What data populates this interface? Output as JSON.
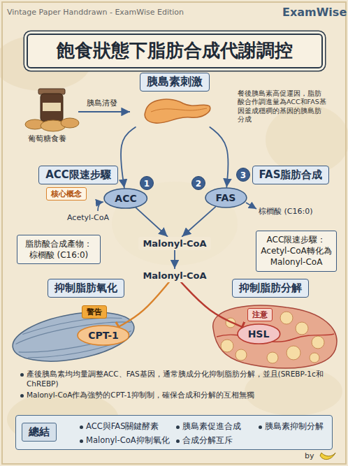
{
  "diagram": {
    "title": "飽食狀態下脂肪合成代謝調控",
    "nodes": [
      {
        "text": [
          "胰島素刺激"
        ]
      },
      {
        "text": [
          "ACC限速步驟"
        ]
      },
      {
        "text": [
          "核心概念"
        ]
      },
      {
        "text": [
          "FAS脂肪合成"
        ]
      },
      {
        "text": [
          "ACC"
        ]
      },
      {
        "text": [
          "FAS"
        ]
      },
      {
        "text": [
          "Malonyl-CoA"
        ]
      },
      {
        "text": [
          "脂肪酸合成產物： 棕櫚酸 (C16:0)"
        ]
      },
      {
        "text": [
          "ACC限速步驟： Acetyl-CoA轉化為 Malonyl-CoA"
        ]
      },
      {
        "text": [
          "Malonyl-CoA"
        ]
      },
      {
        "text": [
          "抑制脂肪氧化"
        ]
      },
      {
        "text": [
          "抑制脂肪分解"
        ]
      },
      {
        "text": [
          "警告"
        ]
      },
      {
        "text": [
          "CPT-1"
        ]
      },
      {
        "text": [
          "注意"
        ]
      },
      {
        "text": [
          "HSL"
        ]
      },
      {
        "text": [
          "ACC與FAS關鍵酵素",
          "胰島素促進合成",
          "胰島素抑制分解",
          "Malonyl-CoA抑制氧化",
          "合成分解互斥"
        ]
      },
      {
        "text": [
          "總結"
        ],
        "in": 16
      }
    ],
    "edges": [
      {
        "from": 0,
        "to": 4,
        "arrow": "to"
      },
      {
        "from": 0,
        "to": 5,
        "arrow": "to"
      },
      {
        "from": 4,
        "to": 6,
        "arrow": "to"
      },
      {
        "from": 5,
        "to": 6,
        "arrow": "to"
      },
      {
        "from": 6,
        "to": 9,
        "arrow": "to"
      },
      {
        "from": 9,
        "to": 13,
        "arrow": "to"
      },
      {
        "from": 9,
        "to": 15,
        "arrow": "to"
      }
    ],
    "labels": [
      "Vintage Paper Handdrawn - ExamWise Edition",
      "ExamWise",
      "葡萄糖食養",
      "胰島清發",
      "餐後胰島素高促運因，脂肪酸合作調進量為ACC和FAS基因釜成穩稠的基因的胰島肪分成",
      "1",
      "2",
      "3",
      "Acetyl-CoA",
      "棕櫚酸 (C16:0)",
      "產後胰島素均均量調整ACC、FAS基因，通常胰成分化抑制脂肪分解，並且(SREBP-1c和ChREBP)",
      "Malonyl-CoA作為強勢的CPT-1抑制制，確保合成和分解的互相無獨",
      "by"
    ]
  }
}
